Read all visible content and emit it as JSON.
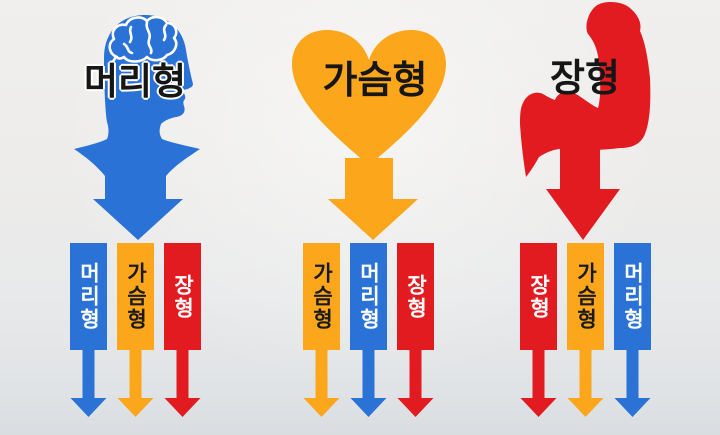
{
  "palette": {
    "blue": "#2B72D7",
    "orange": "#FBA61B",
    "red": "#E21B21",
    "white": "#FFFFFF",
    "title_text": "#161616",
    "background_top": "#F0EFED",
    "background_bottom": "#D9DDE0"
  },
  "columns": [
    {
      "id": "head-type",
      "title": "머리형",
      "icon": "head-silhouette-with-brain",
      "color_hex": "#2B72D7",
      "ranking": [
        {
          "label": "머리형",
          "color_hex": "#2B72D7",
          "text_color_hex": "#FFFFFF"
        },
        {
          "label": "가슴형",
          "color_hex": "#FBA61B",
          "text_color_hex": "#1A1A1A"
        },
        {
          "label": "장형",
          "color_hex": "#E21B21",
          "text_color_hex": "#FFFFFF"
        }
      ]
    },
    {
      "id": "heart-type",
      "title": "가슴형",
      "icon": "heart",
      "color_hex": "#FBA61B",
      "ranking": [
        {
          "label": "가슴형",
          "color_hex": "#FBA61B",
          "text_color_hex": "#1A1A1A"
        },
        {
          "label": "머리형",
          "color_hex": "#2B72D7",
          "text_color_hex": "#FFFFFF"
        },
        {
          "label": "장형",
          "color_hex": "#E21B21",
          "text_color_hex": "#FFFFFF"
        }
      ]
    },
    {
      "id": "gut-type",
      "title": "장형",
      "icon": "flexed-arm",
      "color_hex": "#E21B21",
      "ranking": [
        {
          "label": "장형",
          "color_hex": "#E21B21",
          "text_color_hex": "#FFFFFF"
        },
        {
          "label": "가슴형",
          "color_hex": "#FBA61B",
          "text_color_hex": "#1A1A1A"
        },
        {
          "label": "머리형",
          "color_hex": "#2B72D7",
          "text_color_hex": "#FFFFFF"
        }
      ]
    }
  ]
}
